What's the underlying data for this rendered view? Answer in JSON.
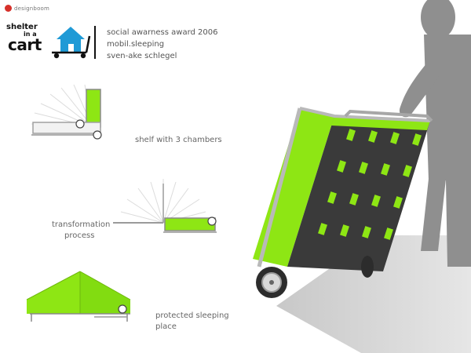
{
  "brand": {
    "name": "designboom"
  },
  "logo": {
    "line1": "shelter",
    "line2": "in a",
    "line3": "cart"
  },
  "award": {
    "title": "social awarness award 2006",
    "project": "mobil.sleeping",
    "designer": "sven-ake schlegel"
  },
  "captions": {
    "shelf": "shelf with 3 chambers",
    "transformation_1": "transformation",
    "transformation_2": "process",
    "protected_1": "protected sleeping",
    "protected_2": "place"
  },
  "colors": {
    "accent_green": "#8ee614",
    "logo_blue": "#1f9ad6",
    "frame_grey": "#b9b9b9"
  }
}
